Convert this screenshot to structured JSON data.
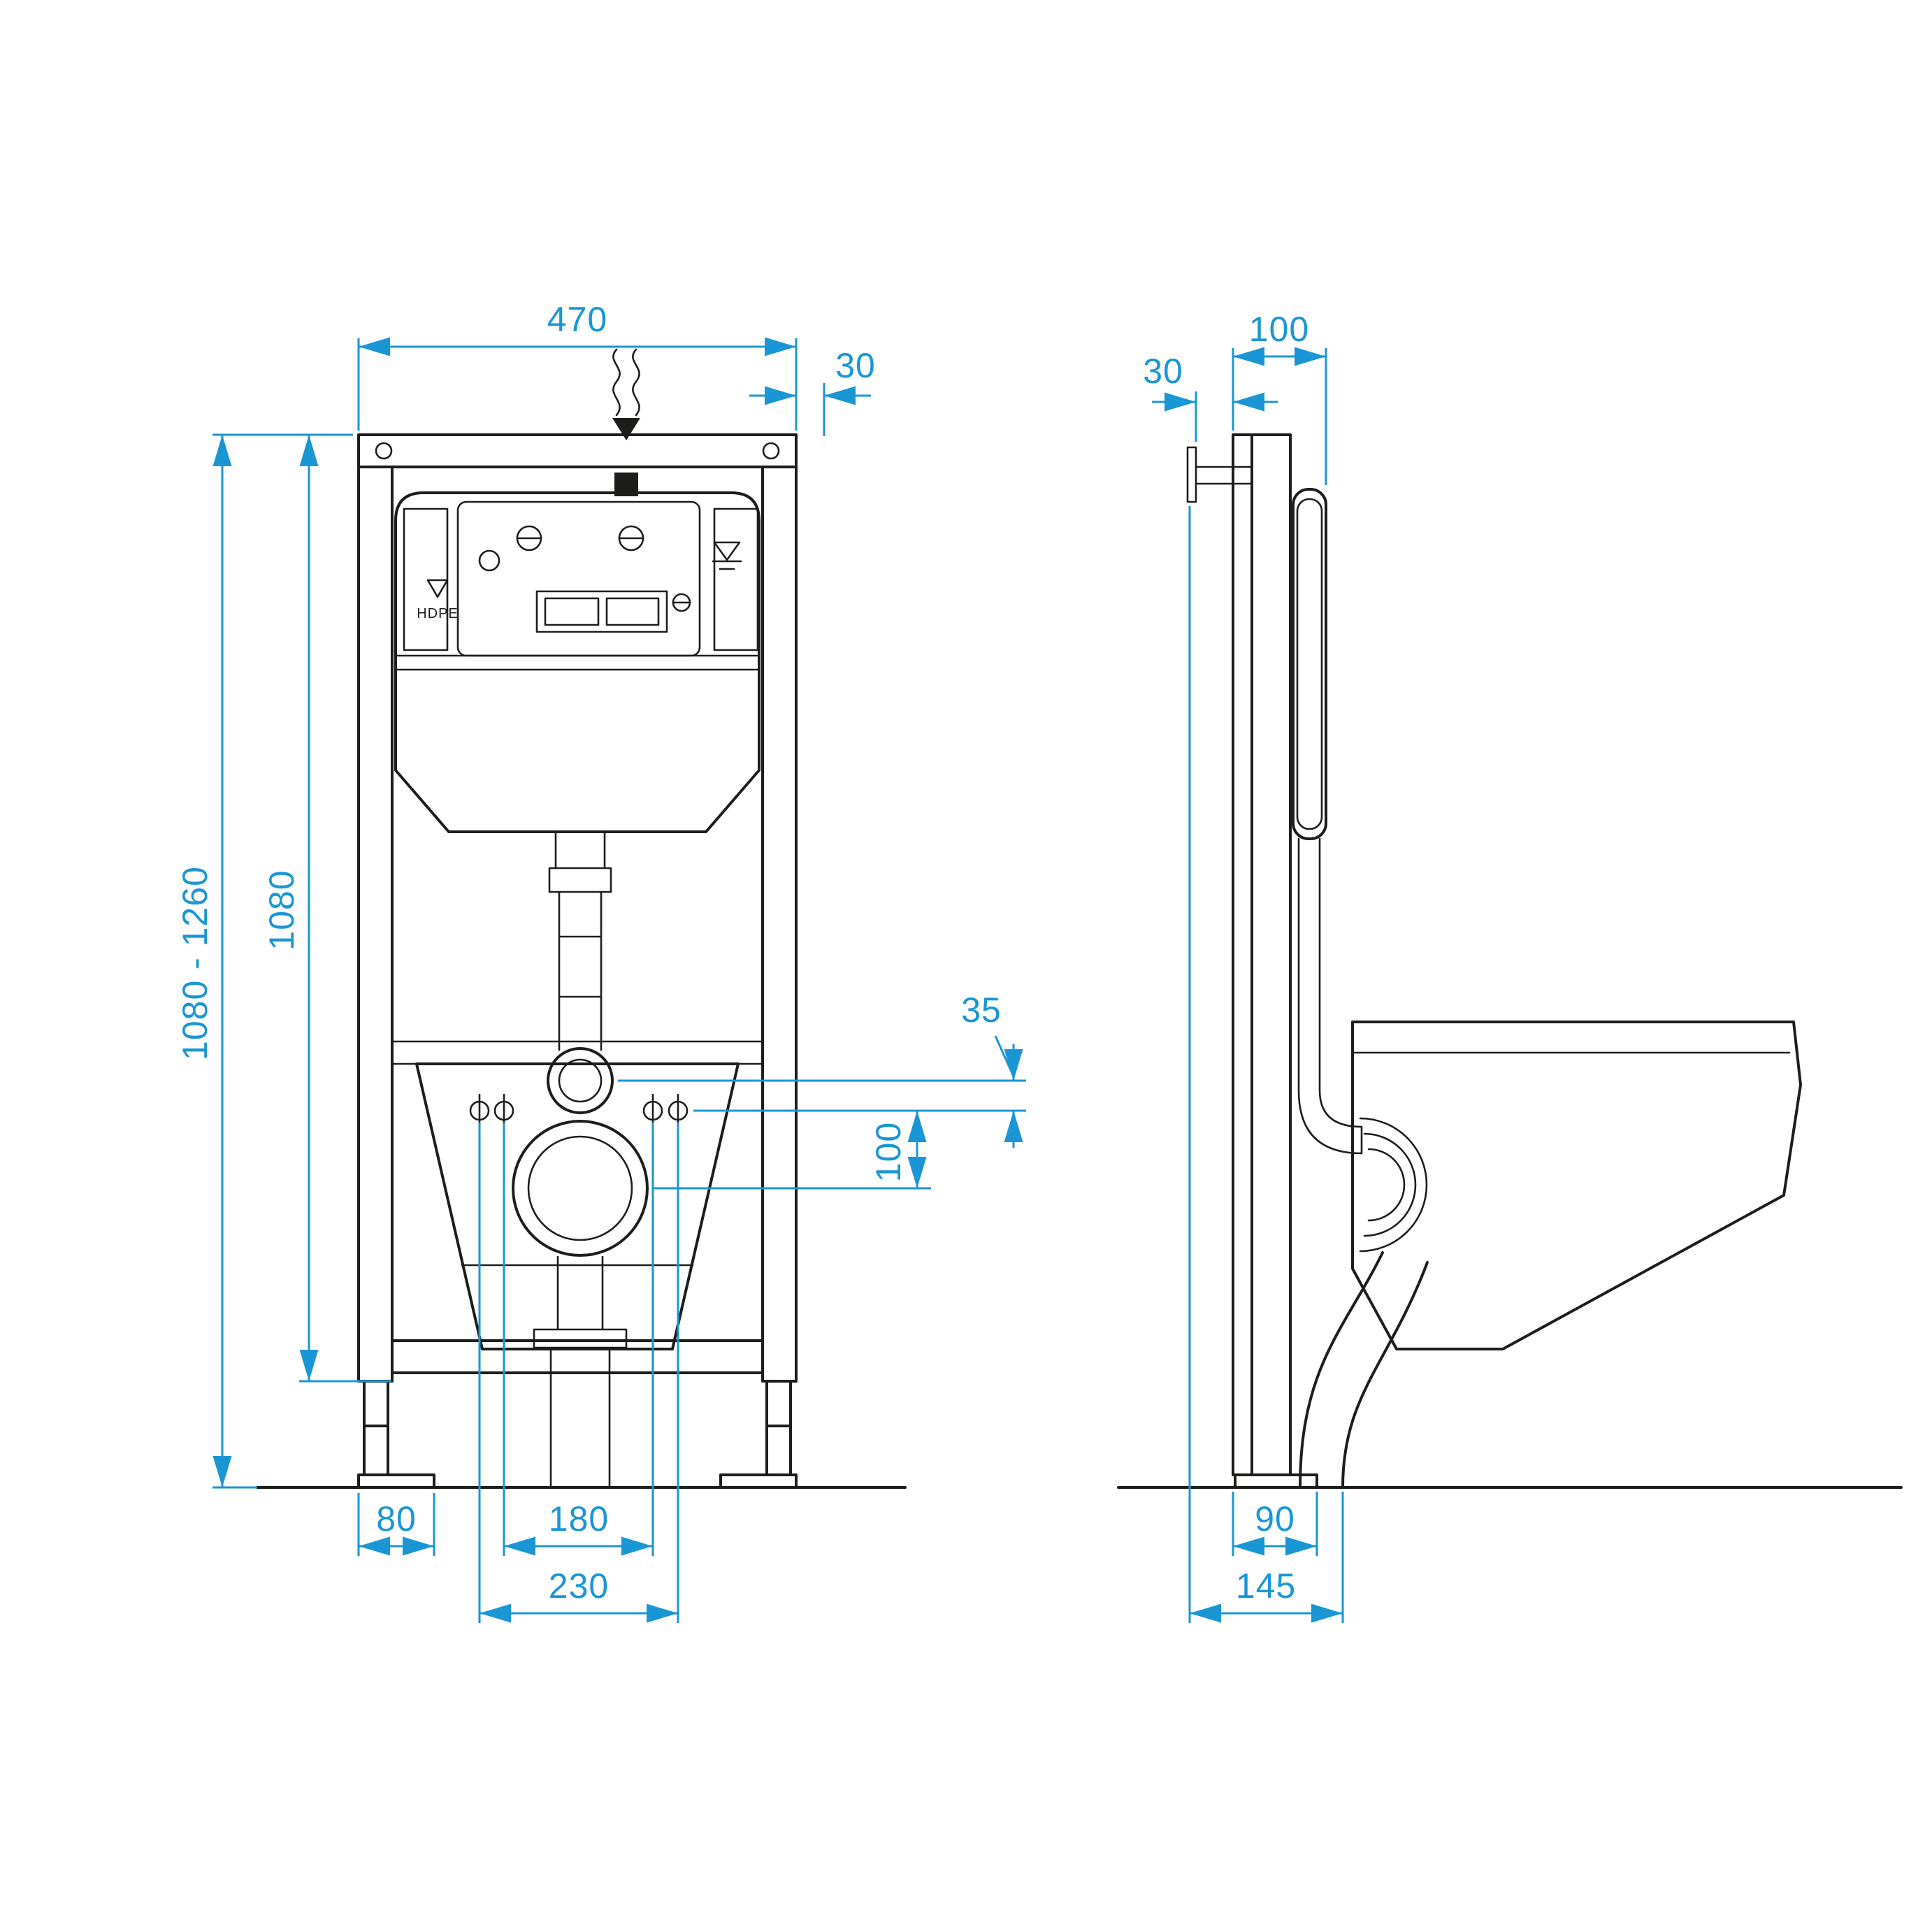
{
  "page": {
    "background": "#ffffff"
  },
  "drawing": {
    "kind": "installation-dimension-diagram",
    "subject": "Concealed WC installation frame with cistern, front and side views",
    "line_color": "#1d1d1b",
    "dimension_color": "#1a96d4"
  },
  "front_view": {
    "dims": {
      "frame_width": "470",
      "top_offset": "30",
      "height_adjustable": "1080 - 1260",
      "frame_height": "1080",
      "outlet_offset": "35",
      "bolt_to_outlet_drop": "100",
      "foot_width": "80",
      "bolt_spacing_inner": "180",
      "bolt_spacing_outer": "230"
    },
    "labels": {
      "hdpe": "HDPE"
    }
  },
  "side_view": {
    "dims": {
      "frame_depth": "100",
      "supply_offset": "30",
      "foot_depth": "90",
      "total_depth": "145"
    }
  }
}
